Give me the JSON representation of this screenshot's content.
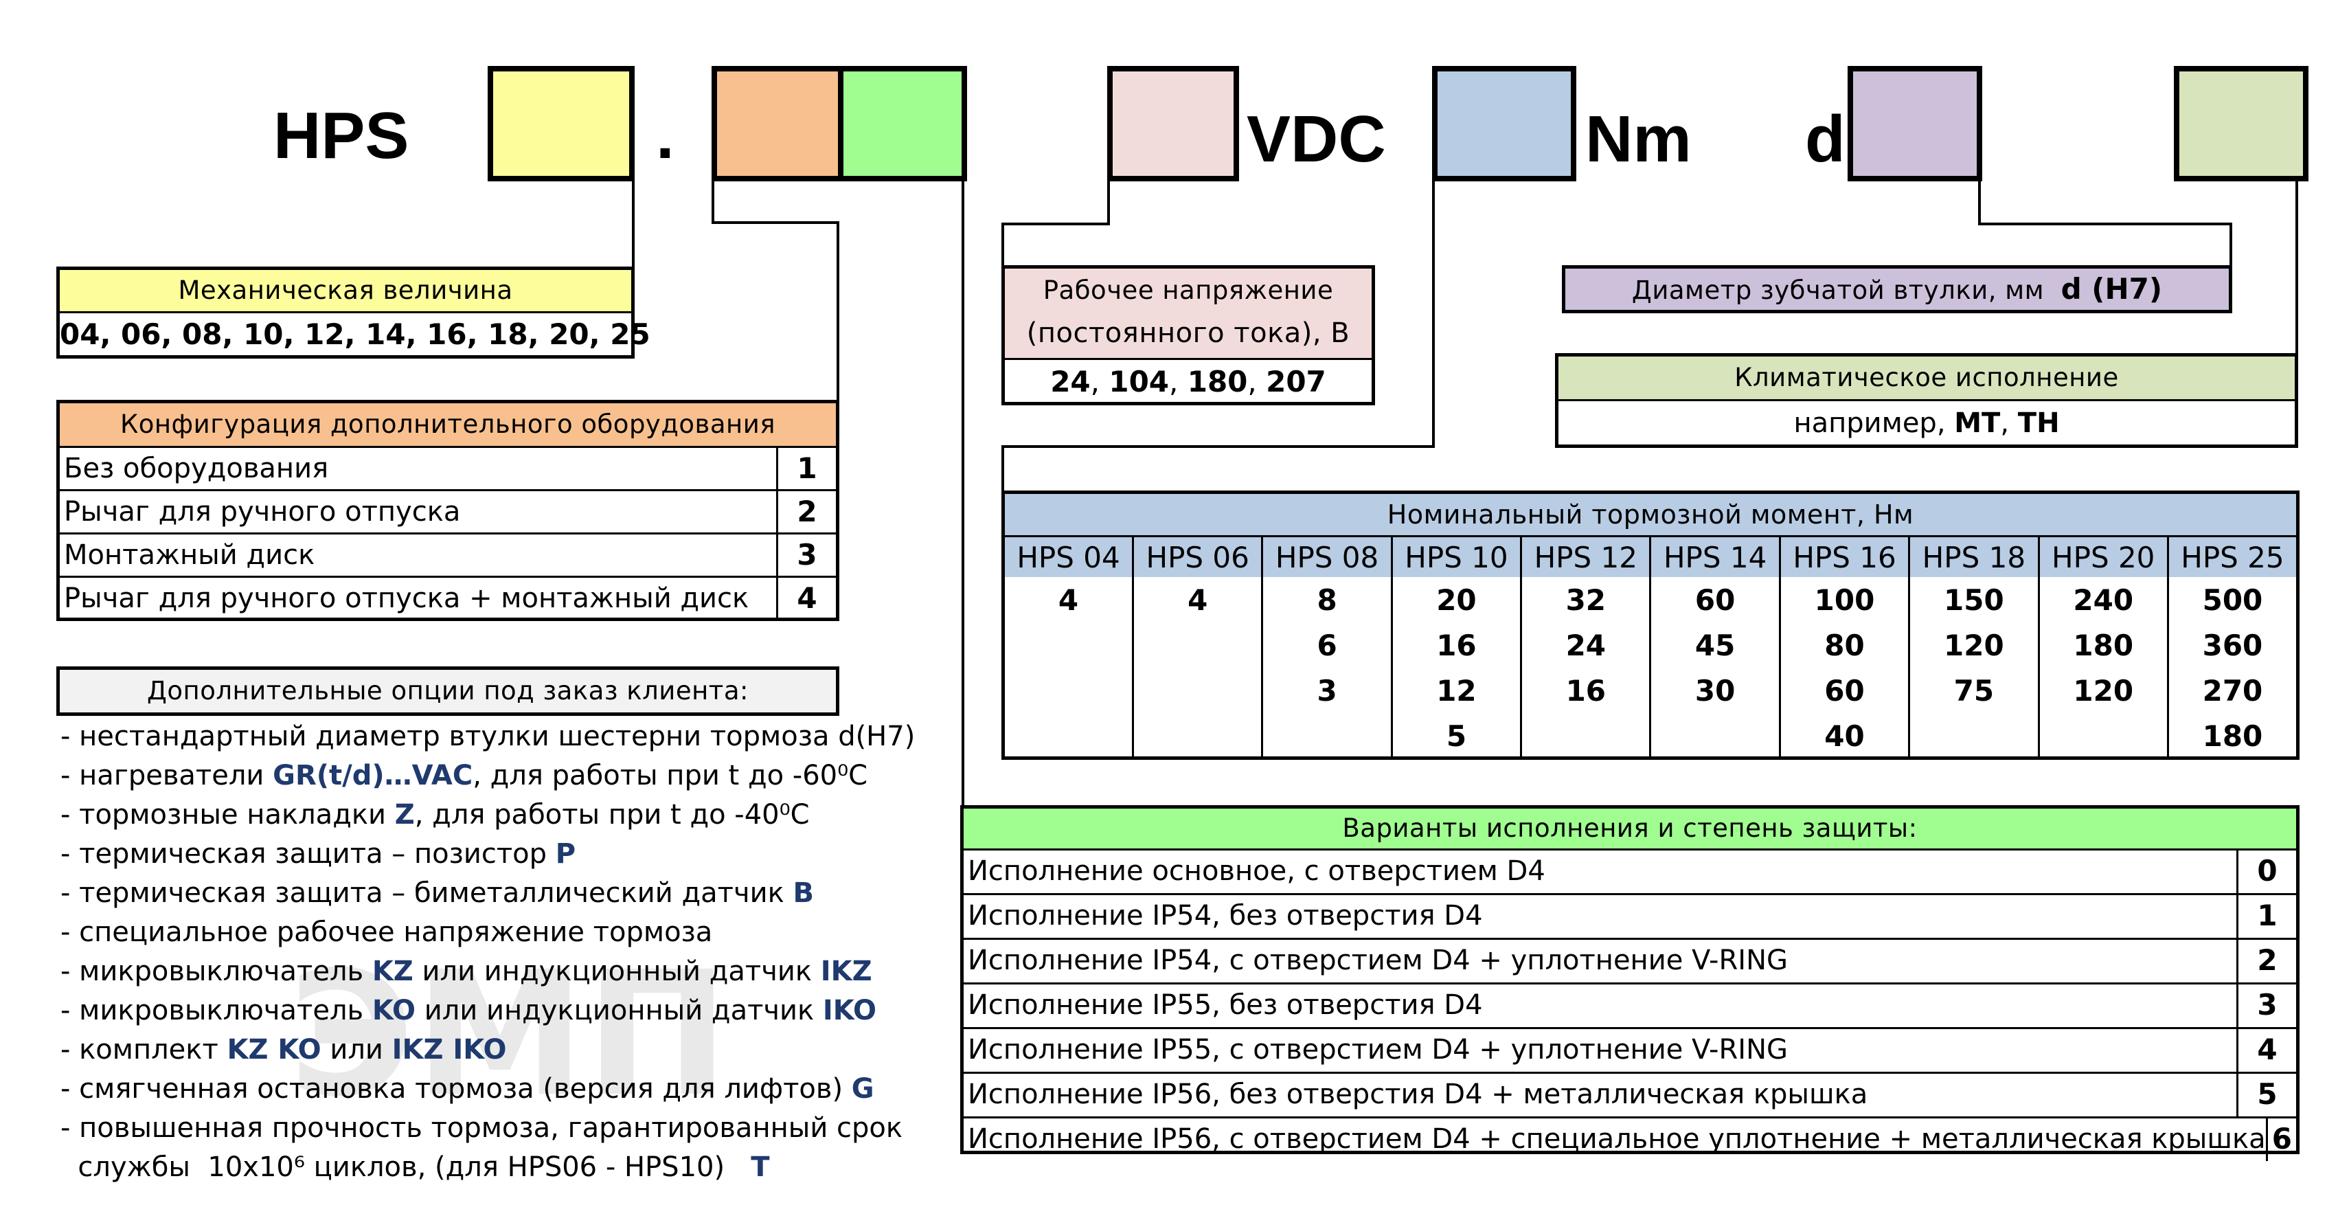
{
  "code": {
    "prefix": "HPS",
    "dot": ".",
    "vdc": "VDC",
    "nm": "Nm",
    "d": "d",
    "colors": {
      "mechanical": "#fdfd9c",
      "config": "#f8c08e",
      "version": "#a0fd90",
      "voltage": "#f2dcdb",
      "torque": "#b8cce4",
      "diameter": "#ccc0da",
      "climate": "#d8e4bc"
    }
  },
  "mechanical": {
    "title": "Механическая величина",
    "values": "04, 06, 08, 10, 12, 14, 16, 18, 20,  25"
  },
  "voltage": {
    "title_line1": "Рабочее напряжение",
    "title_line2": "(постоянного тока), В",
    "values": [
      "24",
      "104",
      "180",
      "207"
    ]
  },
  "diameter": {
    "title": "Диаметр зубчатой втулки, мм",
    "symbol": "d (H7)"
  },
  "climate": {
    "title": "Климатическое исполнение",
    "example_prefix": "например,",
    "examples": [
      "МТ",
      "ТН"
    ]
  },
  "config": {
    "title": "Конфигурация дополнительного оборудования",
    "rows": [
      {
        "label": "Без оборудования",
        "num": "1"
      },
      {
        "label": "Рычаг для ручного отпуска",
        "num": "2"
      },
      {
        "label": "Монтажный диск",
        "num": "3"
      },
      {
        "label": "Рычаг для ручного отпуска + монтажный диск",
        "num": "4"
      }
    ]
  },
  "torque": {
    "title": "Номинальный тормозной момент, Нм",
    "headers": [
      "HPS 04",
      "HPS 06",
      "HPS 08",
      "HPS 10",
      "HPS 12",
      "HPS 14",
      "HPS 16",
      "HPS 18",
      "HPS 20",
      "HPS 25"
    ],
    "columns": [
      [
        "4"
      ],
      [
        "4"
      ],
      [
        "8",
        "6",
        "3"
      ],
      [
        "20",
        "16",
        "12",
        "5"
      ],
      [
        "32",
        "24",
        "16"
      ],
      [
        "60",
        "45",
        "30"
      ],
      [
        "100",
        "80",
        "60",
        "40"
      ],
      [
        "150",
        "120",
        "75"
      ],
      [
        "240",
        "180",
        "120"
      ],
      [
        "500",
        "360",
        "270",
        "180"
      ]
    ]
  },
  "options": {
    "title": "Дополнительные опции  под заказ клиента:",
    "items": [
      {
        "text": "- нестандартный  диаметр втулки шестерни тормоза d(H7)",
        "code": ""
      },
      {
        "text": "- нагреватели ",
        "code": "GR(t/d)…VAC",
        "tail": ", для работы при t до -60⁰C"
      },
      {
        "text": "- тормозные накладки ",
        "code": "Z",
        "tail": ", для работы при t до -40⁰C"
      },
      {
        "text": "- термическая  защита – позистор ",
        "code": "P"
      },
      {
        "text": "- термическая  защита – биметаллический датчик ",
        "code": "B"
      },
      {
        "text": "- специальное рабочее напряжение тормоза",
        "code": ""
      },
      {
        "text": "- микровыключатель ",
        "code": "KZ",
        "mid": " или индукционный датчик ",
        "code2": "IKZ"
      },
      {
        "text": "- микровыключатель ",
        "code": "KO",
        "mid": " или индукционный датчик ",
        "code2": "IKO"
      },
      {
        "text": "- комплект ",
        "code": "KZ KO",
        "mid": " или ",
        "code2": "IKZ IKO"
      },
      {
        "text": "- смягченная остановка тормоза (версия для лифтов)  ",
        "code": "G"
      },
      {
        "text": "- повышенная прочность тормоза, гарантированный срок",
        "code": ""
      },
      {
        "text": "  службы  10x10⁶ циклов, (для HPS06 - HPS10)   ",
        "code": "T"
      }
    ]
  },
  "versions": {
    "title": "Варианты исполнения и степень защиты:",
    "rows": [
      {
        "label": "Исполнение основное, с отверстием D4",
        "num": "0"
      },
      {
        "label": "Исполнение IP54, без отверстия D4",
        "num": "1"
      },
      {
        "label": "Исполнение IP54, с отверстием D4 + уплотнение V-RING",
        "num": "2"
      },
      {
        "label": "Исполнение IP55, без отверстия D4",
        "num": "3"
      },
      {
        "label": "Исполнение IP55, с отверстием D4 + уплотнение V-RING",
        "num": "4"
      },
      {
        "label": "Исполнение IP56, без отверстия D4 + металлическая крышка",
        "num": "5"
      },
      {
        "label": "Исполнение IP56, с отверстием D4 + специальное уплотнение + металлическая крышка",
        "num": "6"
      }
    ]
  },
  "watermark": "ЭМП"
}
